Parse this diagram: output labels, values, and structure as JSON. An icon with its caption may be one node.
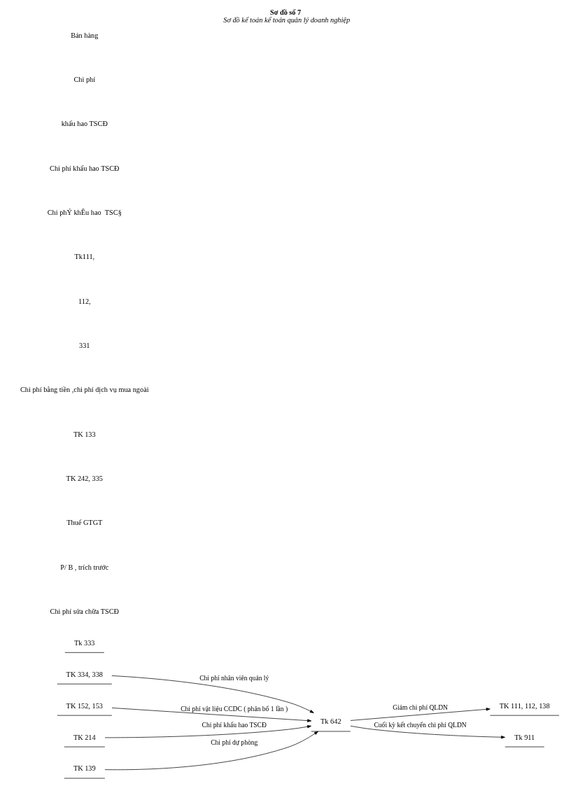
{
  "diagram": {
    "title": "Sơ đồ số 7",
    "caption": "Sơ đồ kế toán kế toán quản lý doanh nghiệp",
    "nodes": [
      {
        "text": [
          "TK 334, 338"
        ]
      },
      {
        "text": [
          "Tk 642"
        ]
      },
      {
        "text": [
          "TK 111, 112, 138"
        ]
      },
      {
        "text": [
          "TK 152, 153"
        ]
      },
      {
        "text": [
          "Tk 911"
        ]
      },
      {
        "text": [
          "TK 214"
        ]
      },
      {
        "text": [
          "TK 139"
        ]
      },
      {
        "text": [
          "Tk 333"
        ]
      }
    ],
    "edges": [
      {
        "from": 0,
        "to": 1,
        "arrow": "to",
        "label": "Chi phí nhân viên quản lý"
      },
      {
        "from": 1,
        "to": 2,
        "arrow": "to",
        "label": "Giảm chi phí QLDN"
      },
      {
        "from": 3,
        "to": 1,
        "arrow": "to",
        "label": "Chi phí vật liệu CCDC ( phân bổ 1 lần )"
      },
      {
        "from": 1,
        "to": 4,
        "arrow": "to",
        "label": "Cuối kỳ kết chuyển chi phí QLDN"
      },
      {
        "from": 5,
        "to": 1,
        "arrow": "to",
        "label": "Chi phí khấu hao TSCĐ"
      },
      {
        "from": 6,
        "to": 1,
        "arrow": "to",
        "label": "Chi phí dự phòng"
      }
    ],
    "labels": [
      "Bán hàng",
      "Chi phí",
      "khấu hao TSCĐ",
      "Chi phí khấu hao TSCĐ",
      "Chi phÝ khÊu hao  TSC§",
      "Tk111,",
      "112,",
      "331",
      "Chi phí bằng tiền ,chi phí dịch vụ mua ngoài",
      "TK 133",
      "TK 242, 335",
      "Thuế GTGT",
      "P/ B , trích trước",
      "Chi phí sửa chữa TSCĐ"
    ]
  }
}
